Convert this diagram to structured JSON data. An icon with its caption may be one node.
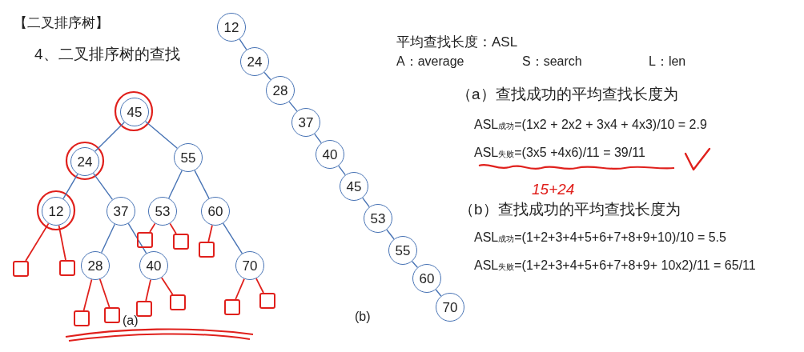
{
  "diagram": {
    "title": "【二叉排序树】",
    "nodes": [
      {
        "text": [
          "45"
        ]
      },
      {
        "text": [
          "24"
        ]
      },
      {
        "text": [
          "55"
        ]
      },
      {
        "text": [
          "12"
        ]
      },
      {
        "text": [
          "37"
        ]
      },
      {
        "text": [
          "53"
        ]
      },
      {
        "text": [
          "60"
        ]
      },
      {
        "text": [
          "28"
        ]
      },
      {
        "text": [
          "40"
        ]
      },
      {
        "text": [
          "70"
        ]
      },
      {
        "text": [
          "12"
        ]
      },
      {
        "text": [
          "24"
        ]
      },
      {
        "text": [
          "28"
        ]
      },
      {
        "text": [
          "37"
        ]
      },
      {
        "text": [
          "40"
        ]
      },
      {
        "text": [
          "45"
        ]
      },
      {
        "text": [
          "53"
        ]
      },
      {
        "text": [
          "55"
        ]
      },
      {
        "text": [
          "60"
        ]
      },
      {
        "text": [
          "70"
        ]
      },
      {
        "text": [],
        "shape": "box"
      },
      {
        "text": [],
        "shape": "box"
      },
      {
        "text": [],
        "shape": "box"
      },
      {
        "text": [],
        "shape": "box"
      },
      {
        "text": [],
        "shape": "box"
      },
      {
        "text": [],
        "shape": "box"
      },
      {
        "text": [],
        "shape": "box"
      },
      {
        "text": [],
        "shape": "box"
      },
      {
        "text": [],
        "shape": "box"
      },
      {
        "text": [],
        "shape": "box"
      },
      {
        "text": [],
        "shape": "box"
      }
    ],
    "edges": [
      {
        "from": 0,
        "to": 1,
        "arrow": "none"
      },
      {
        "from": 0,
        "to": 2,
        "arrow": "none"
      },
      {
        "from": 1,
        "to": 3,
        "arrow": "none"
      },
      {
        "from": 1,
        "to": 4,
        "arrow": "none"
      },
      {
        "from": 2,
        "to": 5,
        "arrow": "none"
      },
      {
        "from": 2,
        "to": 6,
        "arrow": "none"
      },
      {
        "from": 4,
        "to": 7,
        "arrow": "none"
      },
      {
        "from": 4,
        "to": 8,
        "arrow": "none"
      },
      {
        "from": 6,
        "to": 9,
        "arrow": "none"
      },
      {
        "from": 10,
        "to": 11,
        "arrow": "none"
      },
      {
        "from": 11,
        "to": 12,
        "arrow": "none"
      },
      {
        "from": 12,
        "to": 13,
        "arrow": "none"
      },
      {
        "from": 13,
        "to": 14,
        "arrow": "none"
      },
      {
        "from": 14,
        "to": 15,
        "arrow": "none"
      },
      {
        "from": 15,
        "to": 16,
        "arrow": "none"
      },
      {
        "from": 16,
        "to": 17,
        "arrow": "none"
      },
      {
        "from": 17,
        "to": 18,
        "arrow": "none"
      },
      {
        "from": 18,
        "to": 19,
        "arrow": "none"
      },
      {
        "from": 3,
        "to": 20,
        "arrow": "none",
        "color": "#e0201c"
      },
      {
        "from": 3,
        "to": 21,
        "arrow": "none",
        "color": "#e0201c"
      },
      {
        "from": 7,
        "to": 22,
        "arrow": "none",
        "color": "#e0201c"
      },
      {
        "from": 7,
        "to": 23,
        "arrow": "none",
        "color": "#e0201c"
      },
      {
        "from": 8,
        "to": 24,
        "arrow": "none",
        "color": "#e0201c"
      },
      {
        "from": 8,
        "to": 25,
        "arrow": "none",
        "color": "#e0201c"
      },
      {
        "from": 5,
        "to": 26,
        "arrow": "none",
        "color": "#e0201c"
      },
      {
        "from": 5,
        "to": 27,
        "arrow": "none",
        "color": "#e0201c"
      },
      {
        "from": 6,
        "to": 28,
        "arrow": "none",
        "color": "#e0201c"
      },
      {
        "from": 9,
        "to": 29,
        "arrow": "none",
        "color": "#e0201c"
      },
      {
        "from": 9,
        "to": 30,
        "arrow": "none",
        "color": "#e0201c"
      }
    ],
    "labels": [
      "4、二叉排序树的查找",
      "平均查找长度：ASL",
      "A：average",
      "S：search",
      "L：len",
      "（a）查找成功的平均查找长度为",
      "ASL$_{成功}$=(1x2 + 2x2 + 3x4 + 4x3)/10 = 2.9",
      "ASL$_{失败}$=(3x5 +4x6)/11 = 39/11",
      "15+24",
      "（b）查找成功的平均查找长度为",
      "ASL$_{成功}$=(1+2+3+4+5+6+7+8+9+10)/10 = 5.5",
      "ASL$_{失败}$=(1+2+3+4+5+6+7+8+9+ 10x2)/11 = 65/11",
      "(a)",
      "(b)"
    ]
  }
}
